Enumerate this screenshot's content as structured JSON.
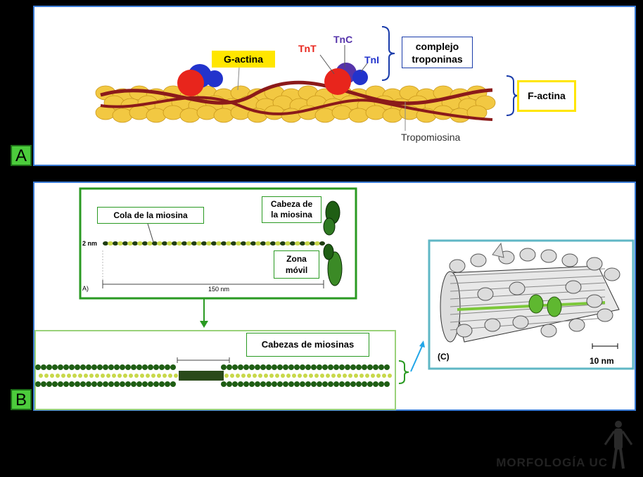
{
  "panel_a": {
    "letter": "A",
    "g_actina": "G-actina",
    "tnt": "TnT",
    "tnc": "TnC",
    "tni": "TnI",
    "complejo_line1": "complejo",
    "complejo_line2": "troponinas",
    "f_actina": "F-actina",
    "tropomiosina": "Tropomiosina"
  },
  "panel_b": {
    "letter": "B",
    "cola": "Cola de la miosina",
    "cabeza_line1": "Cabeza de",
    "cabeza_line2": "la miosina",
    "zona_line1": "Zona",
    "zona_line2": "móvil",
    "two_nm": "2 nm",
    "scale_150": "150 nm",
    "sub_a": "A)",
    "cabezas": "Cabezas de miosinas",
    "sub_c": "(C)",
    "scale_10": "10 nm"
  },
  "watermark": "MORFOLOGÍA UC",
  "colors": {
    "actin": "#f2c842",
    "tropomyosin": "#8b1a1a",
    "tnt": "#e8251c",
    "tnc": "#5533aa",
    "tni": "#2233cc",
    "panel_border": "#3a7bd5",
    "myosin": "#1f5e14",
    "highlight": "#ffe600"
  }
}
